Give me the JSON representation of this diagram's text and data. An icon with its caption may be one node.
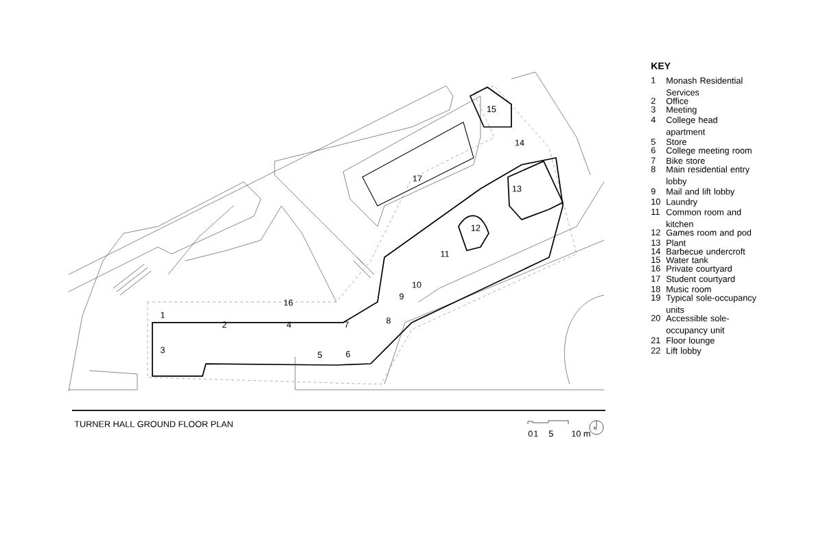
{
  "diagram": {
    "caption": "TURNER HALL GROUND FLOOR PLAN",
    "labels": [
      "15",
      "14",
      "17",
      "13",
      "12",
      "11",
      "10",
      "9",
      "16",
      "1",
      "2",
      "4",
      "7",
      "8",
      "3",
      "5",
      "6",
      "0",
      "1",
      "5",
      "10 m",
      "N",
      "KEY",
      "1",
      "Monash Residential Services",
      "2",
      "Office",
      "3",
      "Meeting",
      "4",
      "College head apartment",
      "5",
      "Store",
      "6",
      "College meeting room",
      "7",
      "Bike store",
      "8",
      "Main residential entry lobby",
      "9",
      "Mail and lift lobby",
      "10",
      "Laundry",
      "11",
      "Common room and kitchen",
      "12",
      "Games room and pod",
      "13",
      "Plant",
      "14",
      "Barbecue undercroft",
      "15",
      "Water tank",
      "16",
      "Private courtyard",
      "17",
      "Student courtyard",
      "18",
      "Music room",
      "19",
      "Typical sole-occupancy units",
      "20",
      "Accessible sole-occupancy unit",
      "21",
      "Floor lounge",
      "22",
      "Lift lobby"
    ]
  }
}
